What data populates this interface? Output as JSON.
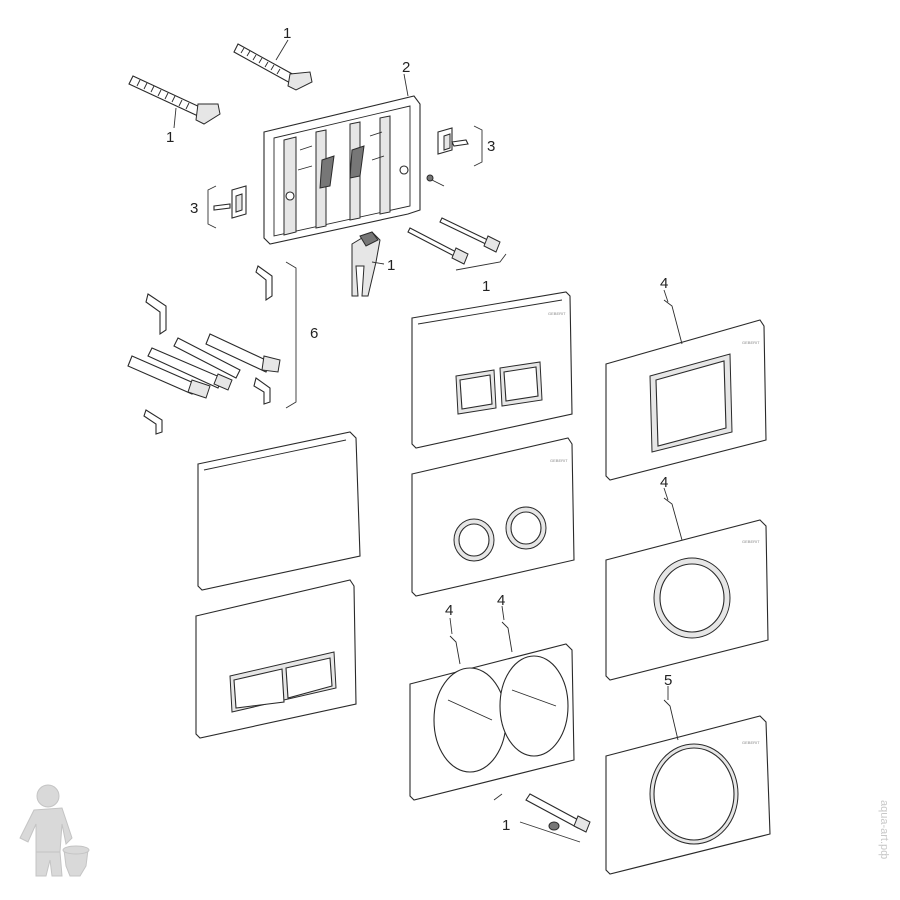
{
  "diagram": {
    "callouts": [
      {
        "id": "c1a",
        "label": "1"
      },
      {
        "id": "c1b",
        "label": "1"
      },
      {
        "id": "c2",
        "label": "2"
      },
      {
        "id": "c3a",
        "label": "3"
      },
      {
        "id": "c3b",
        "label": "3"
      },
      {
        "id": "c1c",
        "label": "1"
      },
      {
        "id": "c1d",
        "label": "1"
      },
      {
        "id": "c6",
        "label": "6"
      },
      {
        "id": "c4a",
        "label": "4"
      },
      {
        "id": "c4b",
        "label": "4"
      },
      {
        "id": "c4c",
        "label": "4"
      },
      {
        "id": "c4d",
        "label": "4"
      },
      {
        "id": "c5",
        "label": "5"
      },
      {
        "id": "c1e",
        "label": "1"
      }
    ],
    "panel_logo": "GEBERIT"
  },
  "watermark": "aqua-art.рф"
}
